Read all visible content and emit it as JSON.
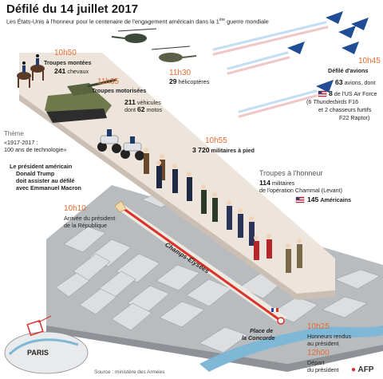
{
  "header": {
    "title": "Défilé du 14 juillet 2017",
    "subtitle_main": "Les États-Unis à l'honneur pour le centenaire de l'engagement américain dans la 1",
    "subtitle_sup": "ère",
    "subtitle_end": " guerre mondiale"
  },
  "mounted": {
    "time": "10h50",
    "label": "Troupes montées",
    "count": "241",
    "unit": "chevaux"
  },
  "motorized": {
    "time": "11h35",
    "label": "Troupes motorisées",
    "vehicles": "211",
    "vehicles_unit": "véhicules",
    "motos_prefix": "dont",
    "motos": "62",
    "motos_unit": "motos"
  },
  "helicopters": {
    "time": "11h30",
    "count": "29",
    "unit": "hélicoptères"
  },
  "aircraft": {
    "time": "10h45",
    "label": "Défilé d'avions",
    "count": "63",
    "count_unit": "avions, dont",
    "us_count": "8",
    "us_line1": "de l'US Air Force",
    "us_line2_prefix": "(6 ",
    "us_line2_italic": "Thunderbirds",
    "us_line2_suffix": " F16",
    "us_line3": "et 2 chasseurs furtifs",
    "us_line4": "F22 Raptor)"
  },
  "theme": {
    "label": "Thème",
    "line1": "«1917-2017 :",
    "line2": "100 ans de technologie»"
  },
  "trump_note": [
    "Le président américain",
    "Donald Trump",
    "doit assister au défilé",
    "avec Emmanuel Macron"
  ],
  "foot": {
    "time": "10h55",
    "count": "3 720",
    "unit": "militaires à pied"
  },
  "honor": {
    "title": "Troupes à l'honneur",
    "count": "114",
    "unit": "militaires",
    "line2": "de l'opération Chammal (Levant)",
    "us_count": "145",
    "us_unit": "Américains"
  },
  "arrival": {
    "time": "10h10",
    "line1": "Arrivée du président",
    "line2": "de la République"
  },
  "map": {
    "avenue": "Champs-Élysées",
    "place_line1": "Place de",
    "place_line2": "la Concorde",
    "city": "PARIS"
  },
  "honors": {
    "time": "10h25",
    "line1": "Honneurs rendus",
    "line2": "au président"
  },
  "departure": {
    "time": "12h00",
    "line1": "Départ",
    "line2": "du président"
  },
  "source": "Source : ministère des Armées",
  "credit": "AFP",
  "colors": {
    "accent": "#e26b2f",
    "route": "#d9332b",
    "road_light": "#f1e6d8"
  }
}
